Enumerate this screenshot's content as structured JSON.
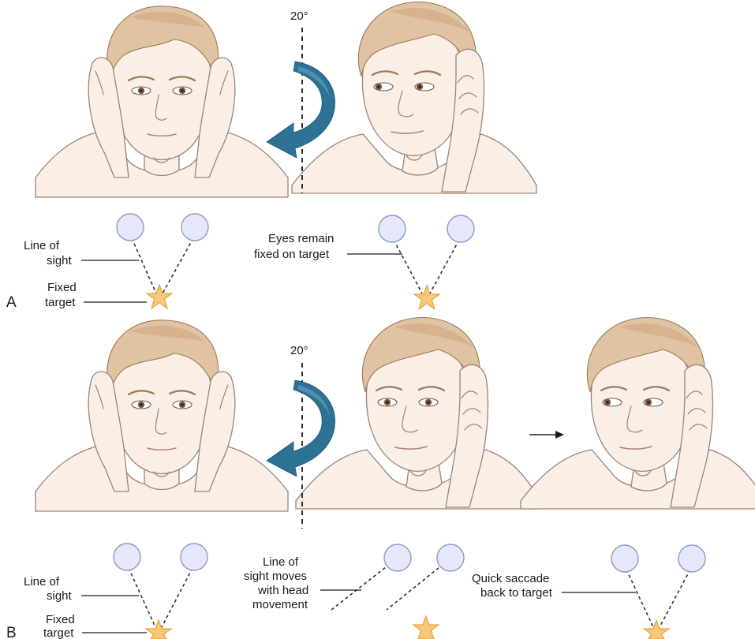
{
  "colors": {
    "rotation_arrow": "#2d7194",
    "star_fill": "#f7c77a",
    "eyeball_fill": "#e4e8f8",
    "skin": "#fbeee4",
    "hair": "#e0c3a3"
  },
  "icons": {
    "target": "star-icon",
    "eye": "eyeball-circle",
    "rotation": "curved-arrow-icon",
    "transition": "right-arrow-icon"
  },
  "panel_a": {
    "letter": "A",
    "angle_label": "20°",
    "left_labels": {
      "line_of_sight_1": "Line of",
      "line_of_sight_2": "sight",
      "fixed_target_1": "Fixed",
      "fixed_target_2": "target"
    },
    "right_labels": {
      "line1": "Eyes remain",
      "line2": "fixed on target"
    }
  },
  "panel_b": {
    "letter": "B",
    "angle_label": "20°",
    "left_labels": {
      "line_of_sight_1": "Line of",
      "line_of_sight_2": "sight",
      "fixed_target_1": "Fixed",
      "fixed_target_2": "target"
    },
    "middle_labels": {
      "line1": "Line of",
      "line2": "sight moves",
      "line3": "with head",
      "line4": "movement"
    },
    "right_labels": {
      "line1": "Quick saccade",
      "line2": "back to target"
    }
  }
}
